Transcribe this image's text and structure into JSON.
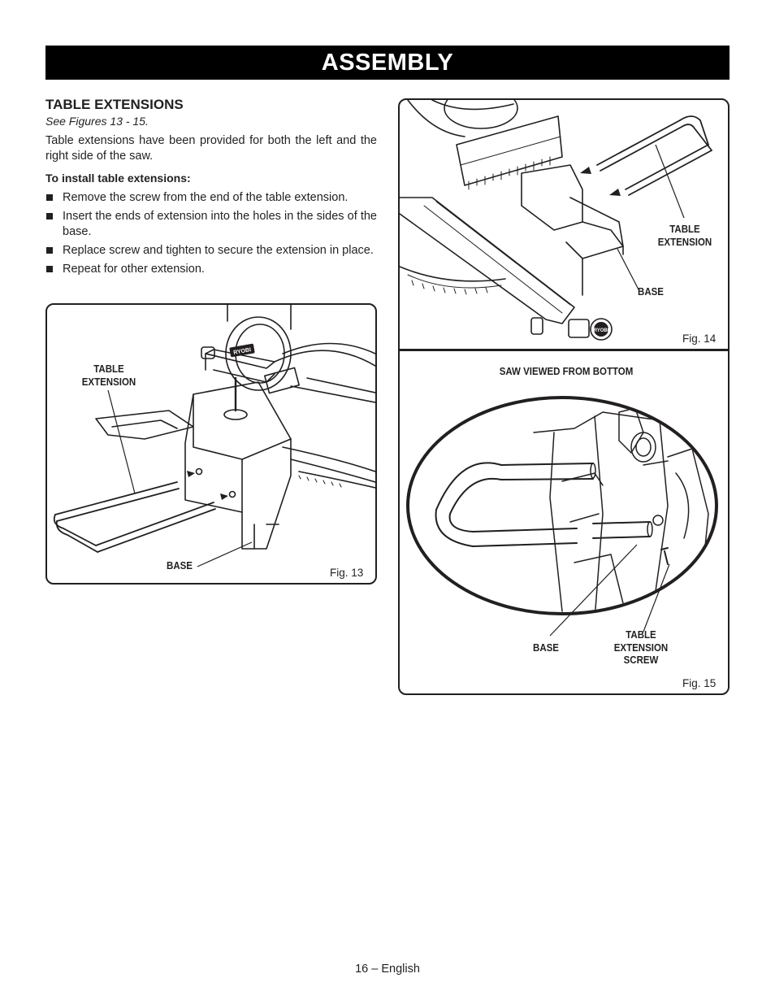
{
  "header": {
    "title": "ASSEMBLY"
  },
  "section": {
    "title": "TABLE EXTENSIONS",
    "see_figures": "See Figures 13 - 15.",
    "intro": "Table extensions have been provided for both the left and the right side of the saw.",
    "install_heading": "To install table extensions:",
    "steps": [
      "Remove the screw from the end of the table extension.",
      "Insert the ends of extension into the holes in the sides of the base.",
      "Replace screw and tighten to secure the extension in place.",
      "Repeat for other extension."
    ]
  },
  "figures": {
    "fig13": {
      "label": "Fig. 13",
      "callouts": {
        "table_extension_1": "TABLE",
        "table_extension_2": "EXTENSION",
        "base": "BASE"
      },
      "brand": "RYOBI"
    },
    "fig14": {
      "label": "Fig. 14",
      "callouts": {
        "table_extension_1": "TABLE",
        "table_extension_2": "EXTENSION",
        "base": "BASE"
      },
      "brand": "RYOBI"
    },
    "fig15": {
      "label": "Fig. 15",
      "title": "SAW VIEWED FROM BOTTOM",
      "callouts": {
        "base": "BASE",
        "screw_1": "TABLE",
        "screw_2": "EXTENSION",
        "screw_3": "SCREW"
      }
    }
  },
  "footer": {
    "page": "16 – English"
  }
}
